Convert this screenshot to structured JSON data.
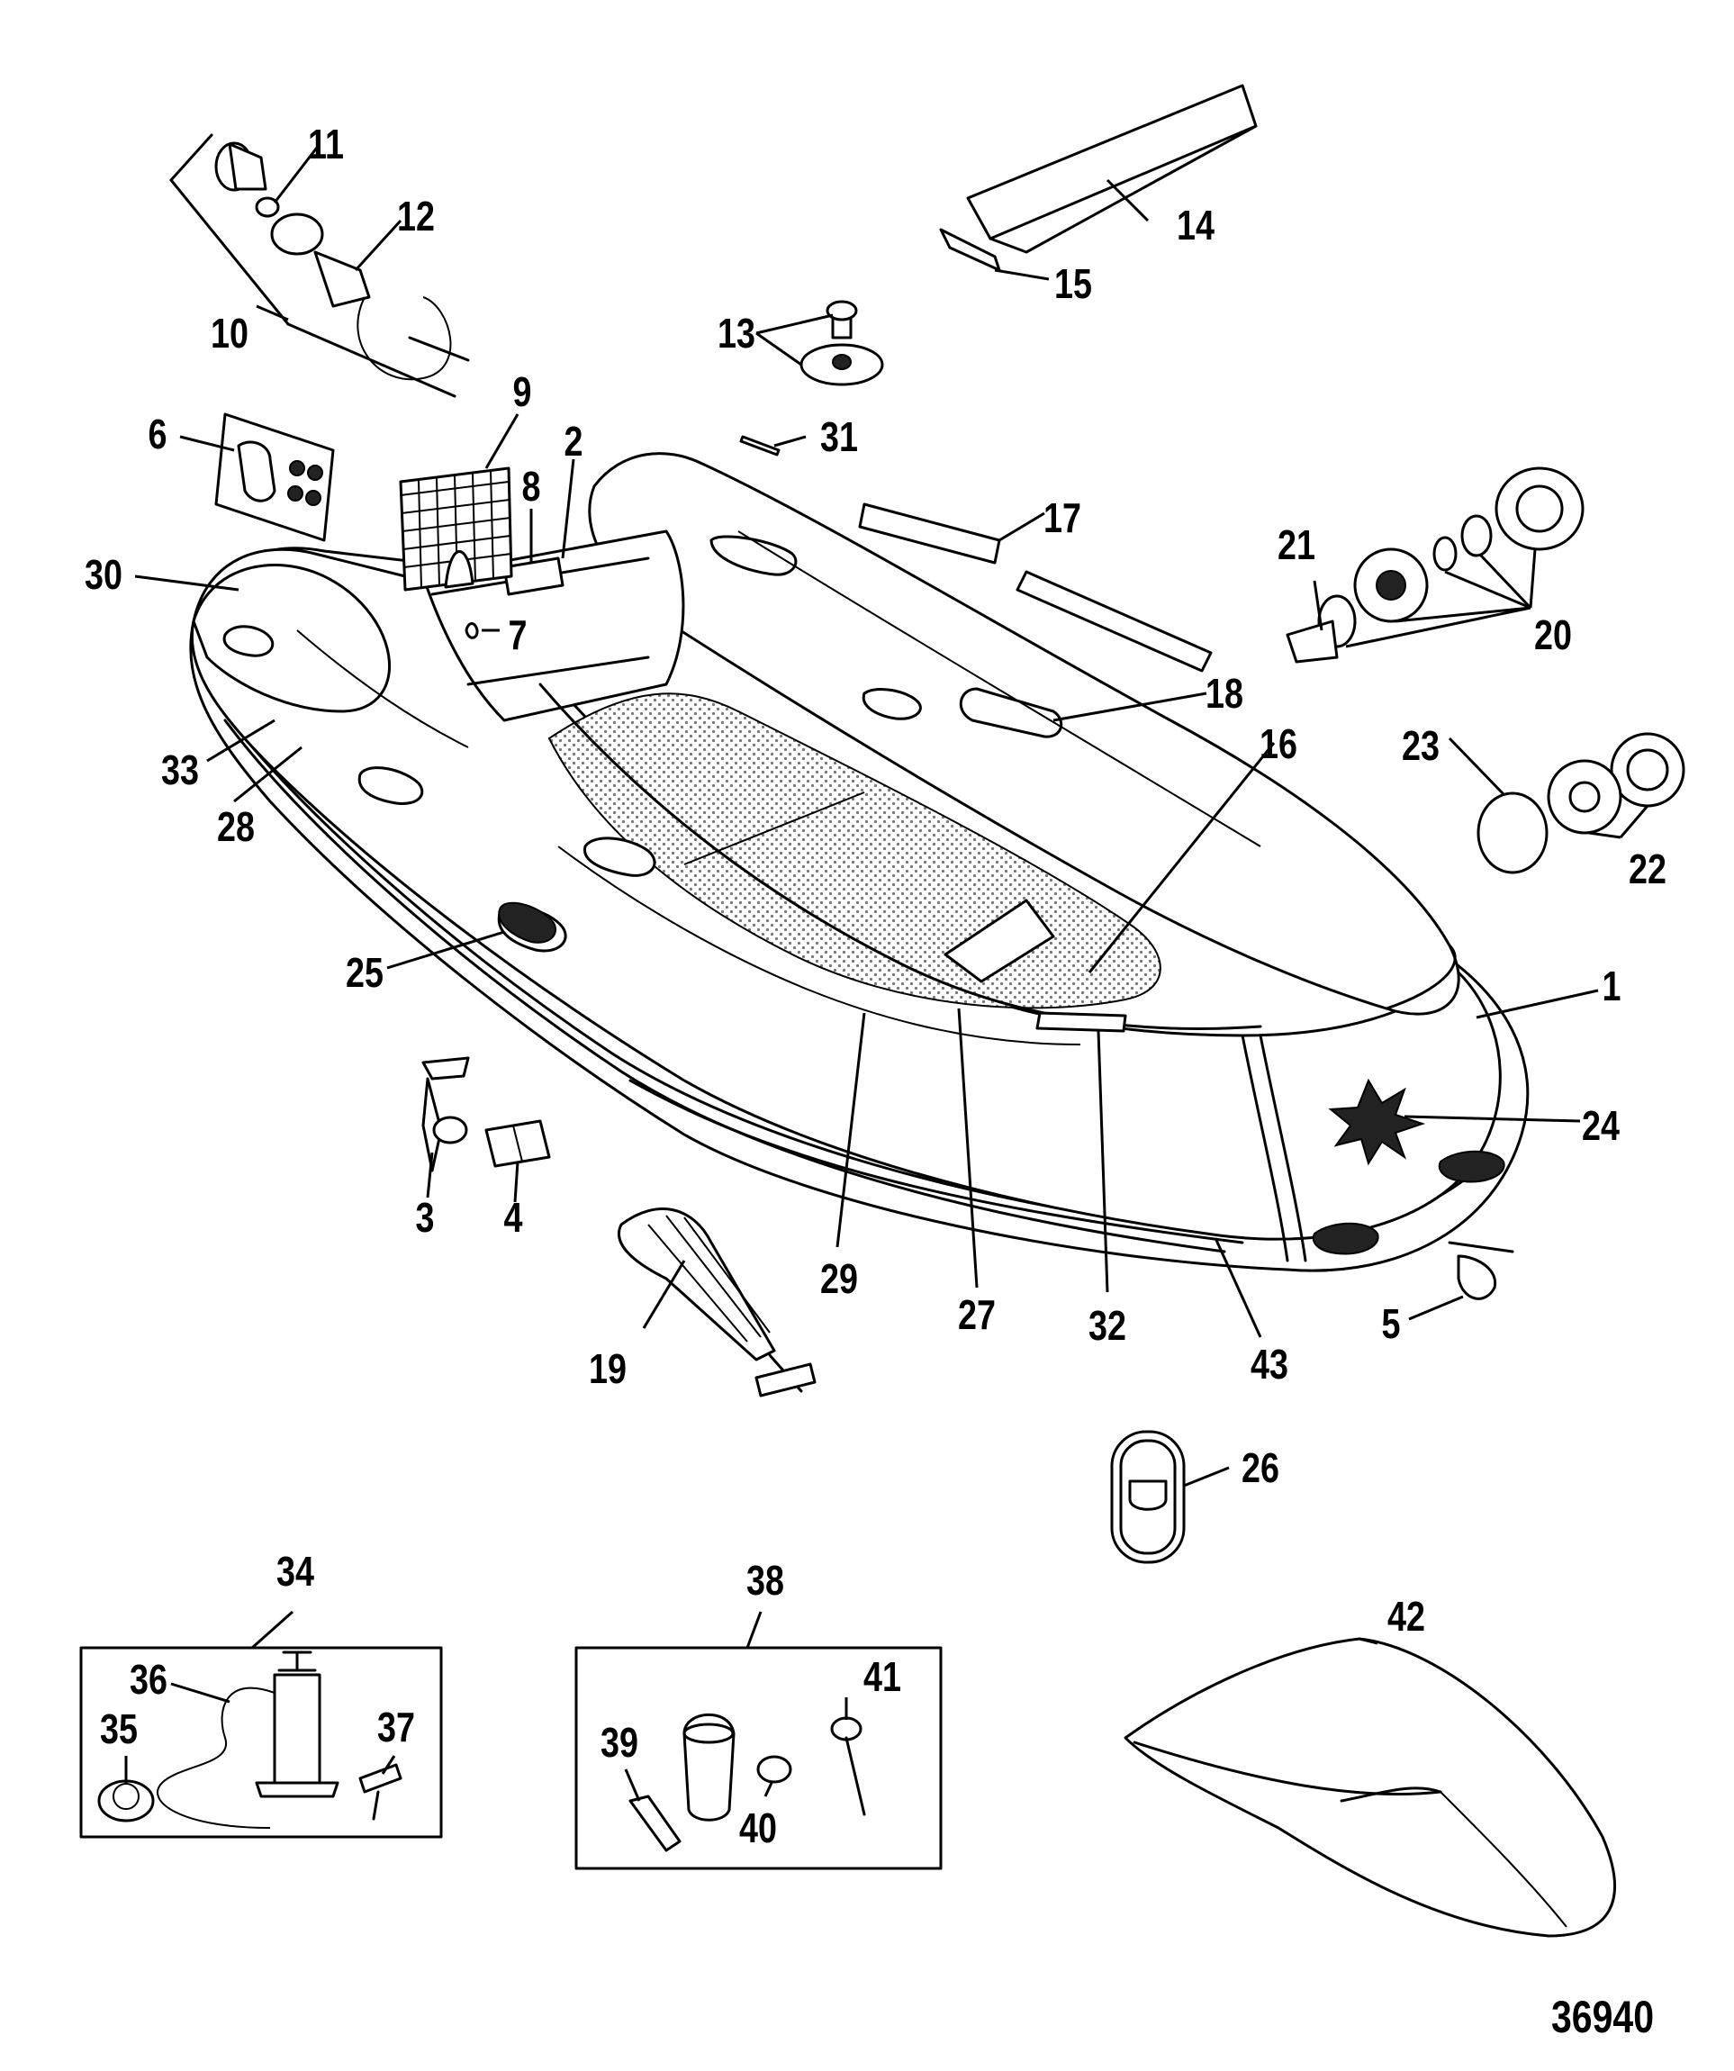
{
  "diagram": {
    "drawing_number": "36940",
    "callouts": [
      {
        "id": "1",
        "label": "1"
      },
      {
        "id": "2",
        "label": "2"
      },
      {
        "id": "3",
        "label": "3"
      },
      {
        "id": "4",
        "label": "4"
      },
      {
        "id": "5",
        "label": "5"
      },
      {
        "id": "6",
        "label": "6"
      },
      {
        "id": "7",
        "label": "7"
      },
      {
        "id": "8",
        "label": "8"
      },
      {
        "id": "9",
        "label": "9"
      },
      {
        "id": "10",
        "label": "10"
      },
      {
        "id": "11",
        "label": "11"
      },
      {
        "id": "12",
        "label": "12"
      },
      {
        "id": "13",
        "label": "13"
      },
      {
        "id": "14",
        "label": "14"
      },
      {
        "id": "15",
        "label": "15"
      },
      {
        "id": "16",
        "label": "16"
      },
      {
        "id": "17",
        "label": "17"
      },
      {
        "id": "18",
        "label": "18"
      },
      {
        "id": "19",
        "label": "19"
      },
      {
        "id": "20",
        "label": "20"
      },
      {
        "id": "21",
        "label": "21"
      },
      {
        "id": "22",
        "label": "22"
      },
      {
        "id": "23",
        "label": "23"
      },
      {
        "id": "24",
        "label": "24"
      },
      {
        "id": "25",
        "label": "25"
      },
      {
        "id": "26",
        "label": "26"
      },
      {
        "id": "27",
        "label": "27"
      },
      {
        "id": "28",
        "label": "28"
      },
      {
        "id": "29",
        "label": "29"
      },
      {
        "id": "30",
        "label": "30"
      },
      {
        "id": "31",
        "label": "31"
      },
      {
        "id": "32",
        "label": "32"
      },
      {
        "id": "33",
        "label": "33"
      },
      {
        "id": "34",
        "label": "34"
      },
      {
        "id": "35",
        "label": "35"
      },
      {
        "id": "36",
        "label": "36"
      },
      {
        "id": "37",
        "label": "37"
      },
      {
        "id": "38",
        "label": "38"
      },
      {
        "id": "39",
        "label": "39"
      },
      {
        "id": "40",
        "label": "40"
      },
      {
        "id": "41",
        "label": "41"
      },
      {
        "id": "42",
        "label": "42"
      },
      {
        "id": "43",
        "label": "43"
      }
    ]
  }
}
